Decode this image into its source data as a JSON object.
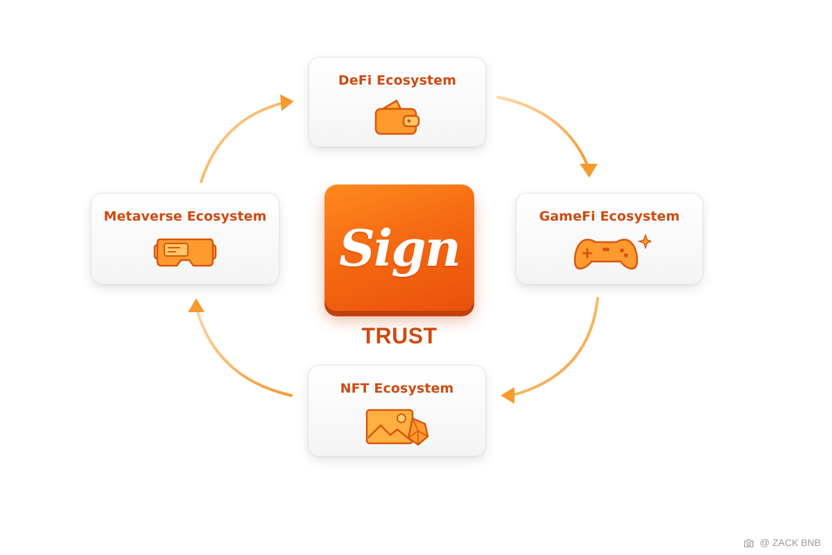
{
  "center": {
    "logo_text": "Sign",
    "label": "TRUST"
  },
  "nodes": [
    {
      "title": "DeFi Ecosystem",
      "icon": "wallet-icon"
    },
    {
      "title": "GameFi Ecosystem",
      "icon": "gamepad-icon"
    },
    {
      "title": "NFT Ecosystem",
      "icon": "image-gem-icon"
    },
    {
      "title": "Metaverse Ecosystem",
      "icon": "vr-headset-icon"
    }
  ],
  "watermark": {
    "text": "@ ZACK BNB",
    "icon": "camera-icon"
  },
  "colors": {
    "accent": "#f26a14",
    "title": "#cf4a10",
    "arrow": "#f7a33a"
  }
}
